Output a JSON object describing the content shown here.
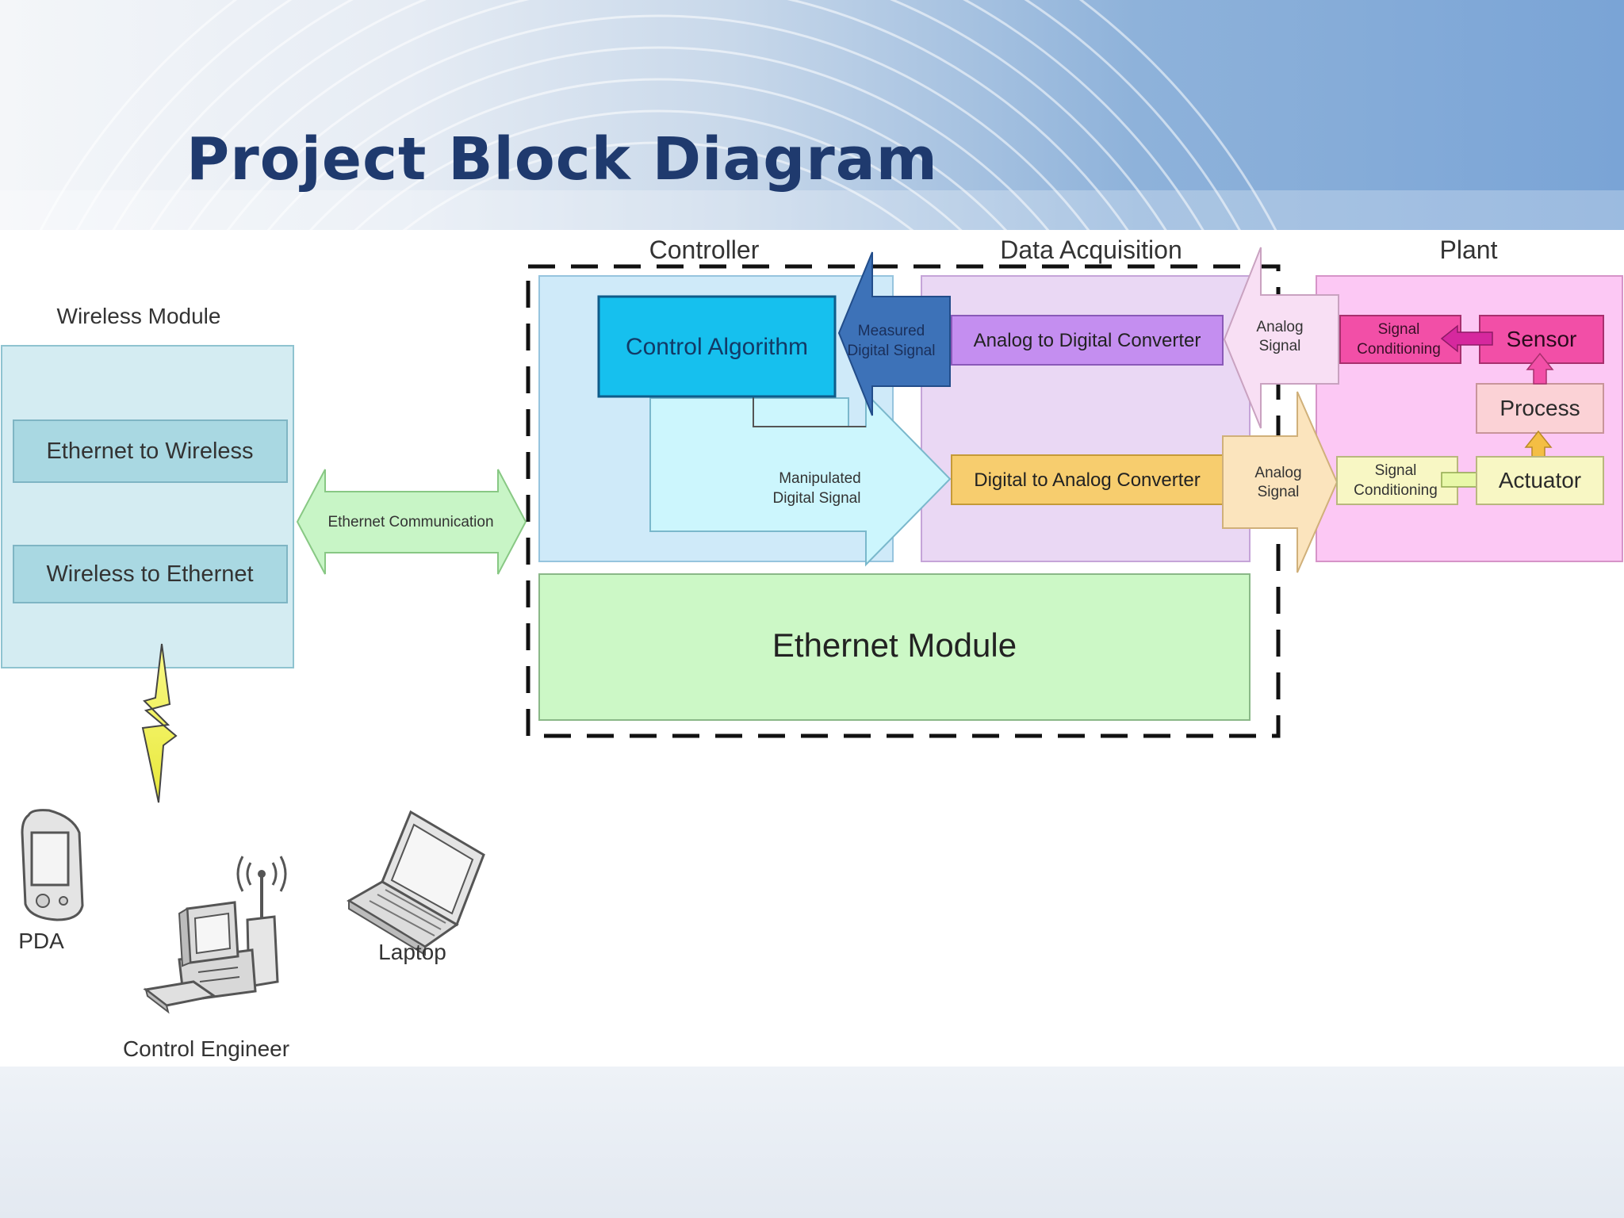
{
  "slide": {
    "title": "Project Block Diagram"
  },
  "diagram": {
    "wireless_module": {
      "label": "Wireless Module",
      "ethernet_to_wireless": "Ethernet to Wireless",
      "wireless_to_ethernet": "Wireless to Ethernet"
    },
    "ethernet_communication": "Ethernet Communication",
    "controller": {
      "label": "Controller",
      "control_algorithm": "Control Algorithm",
      "measured_digital_signal": [
        "Measured",
        "Digital Signal"
      ],
      "manipulated_digital_signal": [
        "Manipulated",
        "Digital Signal"
      ]
    },
    "data_acquisition": {
      "label": "Data Acquisition",
      "adc": "Analog to Digital Converter",
      "dac": "Digital to Analog Converter",
      "analog_signal_in": [
        "Analog",
        "Signal"
      ],
      "analog_signal_out": [
        "Analog",
        "Signal"
      ]
    },
    "plant": {
      "label": "Plant",
      "signal_conditioning_top": [
        "Signal",
        "Conditioning"
      ],
      "sensor": "Sensor",
      "process": "Process",
      "signal_conditioning_bottom": [
        "Signal",
        "Conditioning"
      ],
      "actuator": "Actuator"
    },
    "ethernet_module": "Ethernet Module",
    "devices": {
      "pda": "PDA",
      "control_engineer": "Control Engineer",
      "laptop": "Laptop"
    }
  },
  "colors": {
    "title": "#1f3a6e",
    "wireless_bg": "#d4ecf2",
    "controller_bg": "#cfeaf9",
    "control_algorithm": "#16c0ee",
    "data_acq_bg": "#ead8f4",
    "adc": "#c48ef0",
    "dac": "#f7cd6e",
    "plant_bg": "#fcc8f4",
    "sensor": "#f24fa7",
    "process": "#fbd2d6",
    "actuator": "#f8f7c4",
    "ethernet_module": "#ccf8c6",
    "ethernet_comm_arrow": "#c8f5c6",
    "measured_arrow": "#3d72b8",
    "lightning": "#f4f466"
  }
}
